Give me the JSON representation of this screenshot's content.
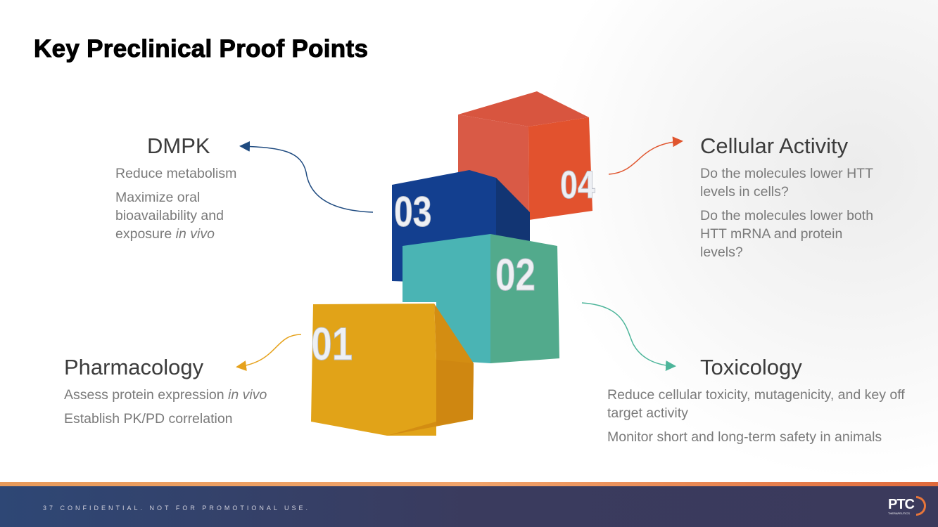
{
  "title": "Key Preclinical Proof Points",
  "dmpk": {
    "heading": "DMPK",
    "items": [
      "Reduce metabolism",
      "Maximize oral bioavailability and exposure"
    ],
    "italic": "in vivo"
  },
  "cellular": {
    "heading": "Cellular Activity",
    "items": [
      "Do the molecules lower HTT levels in cells?",
      "Do the molecules lower both HTT mRNA and protein levels?"
    ]
  },
  "pharmacology": {
    "heading": "Pharmacology",
    "item1": "Assess protein expression",
    "item1_italic": "in vivo",
    "item2": "Establish PK/PD correlation"
  },
  "toxicology": {
    "heading": "Toxicology",
    "items": [
      "Reduce cellular toxicity, mutagenicity, and key off target activity",
      "Monitor short and long-term safety in animals"
    ]
  },
  "cubes": [
    {
      "label": "01",
      "color": "#e0a21a"
    },
    {
      "label": "02",
      "color": "#4db5b0"
    },
    {
      "label": "03",
      "color": "#163f8f"
    },
    {
      "label": "04",
      "color": "#df5640"
    }
  ],
  "footer": {
    "text": "37 CONFIDENTIAL. NOT FOR PROMOTIONAL USE.",
    "logo": "PTC",
    "logo_sub": "THERAPEUTICS"
  }
}
